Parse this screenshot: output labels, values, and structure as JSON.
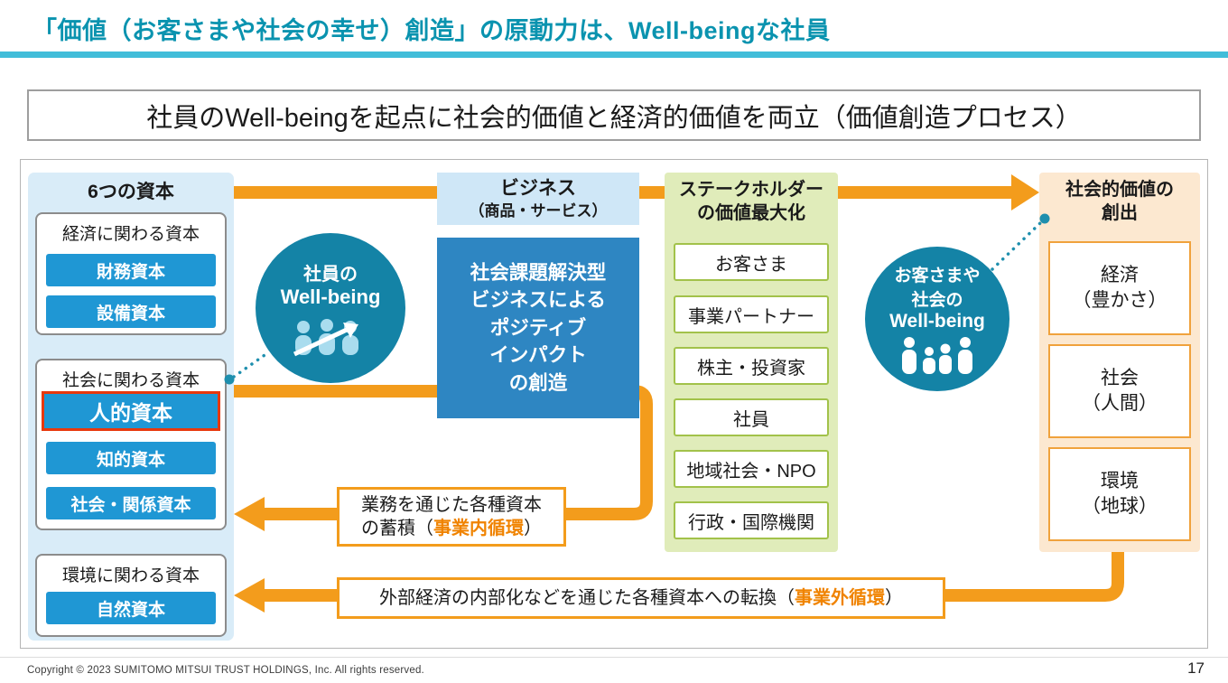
{
  "page": {
    "title": "「価値（お客さまや社会の幸せ）創造」の原動力は、Well-beingな社員",
    "subtitle": "社員のWell-beingを起点に社会的価値と経済的価値を両立（価値創造プロセス）",
    "footer": {
      "copyright": "Copyright © 2023 SUMITOMO MITSUI TRUST HOLDINGS, Inc. All rights reserved.",
      "page_number": "17"
    }
  },
  "diagram": {
    "capitals": {
      "header": "6つの資本",
      "groups": [
        {
          "label": "経済に関わる資本",
          "items": [
            "財務資本",
            "設備資本"
          ]
        },
        {
          "label": "社会に関わる資本",
          "items": [
            "人的資本",
            "知的資本",
            "社会・関係資本"
          ]
        },
        {
          "label": "環境に関わる資本",
          "items": [
            "自然資本"
          ]
        }
      ],
      "highlighted_item": "人的資本"
    },
    "employee_circle": {
      "line1": "社員の",
      "line2": "Well-being"
    },
    "business": {
      "header_line1": "ビジネス",
      "header_line2": "（商品・サービス）",
      "body_lines": [
        "社会課題解決型",
        "ビジネスによる",
        "ポジティブ",
        "インパクト",
        "の創造"
      ]
    },
    "stakeholders": {
      "header_line1": "ステークホルダー",
      "header_line2": "の価値最大化",
      "items": [
        "お客さま",
        "事業パートナー",
        "株主・投資家",
        "社員",
        "地域社会・NPO",
        "行政・国際機関"
      ]
    },
    "customer_circle": {
      "line1": "お客さまや",
      "line2": "社会の",
      "line3": "Well-being"
    },
    "social_value": {
      "header_line1": "社会的価値の",
      "header_line2": "創出",
      "items": [
        {
          "line1": "経済",
          "line2": "（豊かさ）"
        },
        {
          "line1": "社会",
          "line2": "（人間）"
        },
        {
          "line1": "環境",
          "line2": "（地球）"
        }
      ]
    },
    "internal_loop": {
      "line1": "業務を通じた各種資本",
      "line2_pre": "の蓄積（",
      "line2_highlight": "事業内循環",
      "line2_post": "）"
    },
    "external_loop": {
      "pre": "外部経済の内部化などを通じた各種資本への転換（",
      "highlight": "事業外循環",
      "post": "）"
    }
  },
  "colors": {
    "title_teal": "#0a93af",
    "underline_teal": "#41bdd9",
    "arrow_orange": "#f39c1c",
    "capital_blue": "#1f97d4",
    "circle_teal": "#1483a6",
    "business_blue": "#2e86c2",
    "stakeholder_green_border": "#a2c24a",
    "social_orange_border": "#f0a23c",
    "highlight_red_border": "#e8380d",
    "loop_highlight_orange": "#f08300",
    "dotted_link_teal": "#1e8fae"
  }
}
